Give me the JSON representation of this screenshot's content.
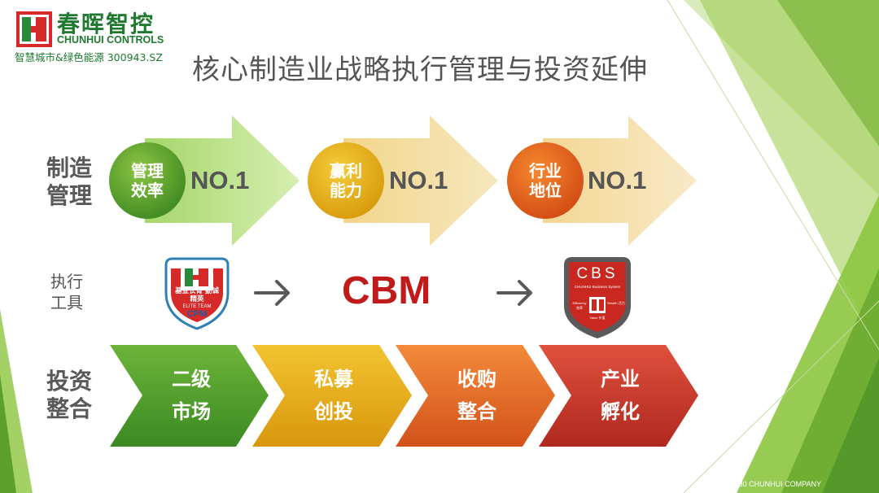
{
  "logo": {
    "name_cn": "春晖智控",
    "name_en": "CHUNHUI CONTROLS",
    "tagline": "智慧城市&绿色能源  300943.SZ"
  },
  "title": "核心制造业战略执行管理与投资延伸",
  "rows": {
    "manufacturing": {
      "line1": "制造",
      "line2": "管理"
    },
    "tools": {
      "line1": "执行",
      "line2": "工具"
    },
    "investment": {
      "line1": "投资",
      "line2": "整合"
    }
  },
  "targets": [
    {
      "line1": "管理",
      "line2": "效率",
      "rank": "NO.1",
      "color": "#5a9e2a"
    },
    {
      "line1": "赢利",
      "line2": "能力",
      "rank": "NO.1",
      "color": "#e2a713"
    },
    {
      "line1": "行业",
      "line2": "地位",
      "rank": "NO.1",
      "color": "#e05a1c"
    }
  ],
  "tools": {
    "cpm_badge": {
      "cn": "基业长青 勤诚精英",
      "en": "ELITE TEAM",
      "code": "CPM"
    },
    "center": "CBM",
    "cbs_badge": {
      "code": "CBS",
      "sub": "CHUNHUI Business System",
      "left": "Efficiency 效率",
      "right": "Wealth 活力",
      "bottom": "Value 价值"
    },
    "arrow_icon": "arrow-right-icon"
  },
  "investments": [
    {
      "line1": "二级",
      "line2": "市场",
      "color": "#4f9a2c"
    },
    {
      "line1": "私募",
      "line2": "创投",
      "color": "#e0ad18"
    },
    {
      "line1": "收购",
      "line2": "整合",
      "color": "#e06a26"
    },
    {
      "line1": "产业",
      "line2": "孵化",
      "color": "#c7352b"
    }
  ],
  "footer": "©2020-2030 CHUNHUI COMPANY"
}
